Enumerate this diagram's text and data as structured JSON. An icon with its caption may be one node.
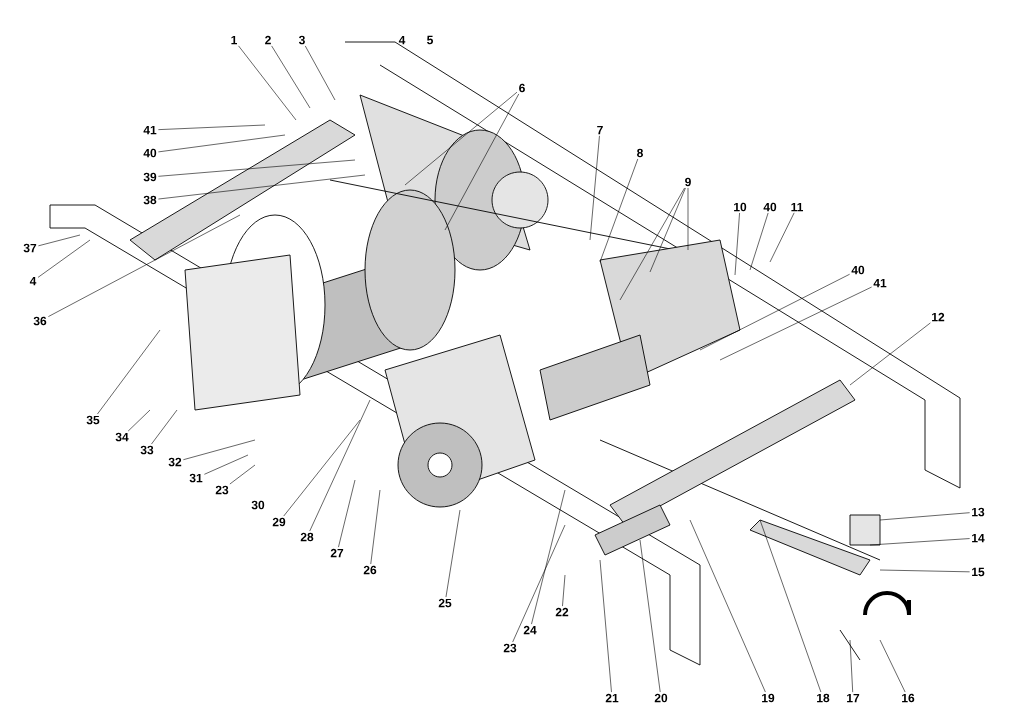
{
  "diagram": {
    "nodes": [
      {
        "text": [
          "1"
        ]
      },
      {
        "text": [
          "2"
        ]
      },
      {
        "text": [
          "3"
        ]
      },
      {
        "text": [
          "6"
        ]
      },
      {
        "text": [
          "41"
        ]
      },
      {
        "text": [
          "40"
        ]
      },
      {
        "text": [
          "7"
        ]
      },
      {
        "text": [
          "8"
        ]
      },
      {
        "text": [
          "39"
        ]
      },
      {
        "text": [
          "38"
        ]
      },
      {
        "text": [
          "9"
        ]
      },
      {
        "text": [
          "10"
        ]
      },
      {
        "text": [
          "40"
        ]
      },
      {
        "text": [
          "11"
        ]
      },
      {
        "text": [
          "37"
        ]
      },
      {
        "text": [
          "4"
        ]
      },
      {
        "text": [
          "40"
        ]
      },
      {
        "text": [
          "41"
        ]
      },
      {
        "text": [
          "36"
        ]
      },
      {
        "text": [
          "12"
        ]
      },
      {
        "text": [
          "35"
        ]
      },
      {
        "text": [
          "34"
        ]
      },
      {
        "text": [
          "33"
        ]
      },
      {
        "text": [
          "32"
        ]
      },
      {
        "text": [
          "31"
        ]
      },
      {
        "text": [
          "23"
        ]
      },
      {
        "text": [
          "29"
        ]
      },
      {
        "text": [
          "28"
        ]
      },
      {
        "text": [
          "27"
        ]
      },
      {
        "text": [
          "26"
        ]
      },
      {
        "text": [
          "13"
        ]
      },
      {
        "text": [
          "14"
        ]
      },
      {
        "text": [
          "15"
        ]
      },
      {
        "text": [
          "25"
        ]
      },
      {
        "text": [
          "24"
        ]
      },
      {
        "text": [
          "22"
        ]
      },
      {
        "text": [
          "23"
        ]
      },
      {
        "text": [
          "21"
        ]
      },
      {
        "text": [
          "20"
        ]
      },
      {
        "text": [
          "19"
        ]
      },
      {
        "text": [
          "18"
        ]
      },
      {
        "text": [
          "17"
        ]
      },
      {
        "text": [
          "16"
        ]
      }
    ],
    "edges": [
      {
        "from": 0,
        "to": null,
        "arrow": "none"
      },
      {
        "from": 1,
        "to": null,
        "arrow": "none"
      },
      {
        "from": 2,
        "to": null,
        "arrow": "none"
      },
      {
        "from": 3,
        "to": null,
        "arrow": "none"
      },
      {
        "from": 3,
        "to": null,
        "arrow": "none"
      },
      {
        "from": 4,
        "to": null,
        "arrow": "none"
      },
      {
        "from": 5,
        "to": null,
        "arrow": "none"
      },
      {
        "from": 6,
        "to": null,
        "arrow": "none"
      },
      {
        "from": 7,
        "to": null,
        "arrow": "none"
      },
      {
        "from": 8,
        "to": null,
        "arrow": "none"
      },
      {
        "from": 9,
        "to": null,
        "arrow": "none"
      },
      {
        "from": 10,
        "to": null,
        "arrow": "none"
      },
      {
        "from": 10,
        "to": null,
        "arrow": "none"
      },
      {
        "from": 10,
        "to": null,
        "arrow": "none"
      },
      {
        "from": 11,
        "to": null,
        "arrow": "none"
      },
      {
        "from": 12,
        "to": null,
        "arrow": "none"
      },
      {
        "from": 13,
        "to": null,
        "arrow": "none"
      },
      {
        "from": 14,
        "to": null,
        "arrow": "none"
      },
      {
        "from": 15,
        "to": null,
        "arrow": "none"
      },
      {
        "from": 16,
        "to": null,
        "arrow": "none"
      },
      {
        "from": 17,
        "to": null,
        "arrow": "none"
      },
      {
        "from": 18,
        "to": null,
        "arrow": "none"
      },
      {
        "from": 19,
        "to": null,
        "arrow": "none"
      },
      {
        "from": 20,
        "to": null,
        "arrow": "none"
      },
      {
        "from": 21,
        "to": null,
        "arrow": "none"
      },
      {
        "from": 22,
        "to": null,
        "arrow": "none"
      },
      {
        "from": 23,
        "to": null,
        "arrow": "none"
      },
      {
        "from": 24,
        "to": null,
        "arrow": "none"
      },
      {
        "from": 25,
        "to": null,
        "arrow": "none"
      },
      {
        "from": 26,
        "to": null,
        "arrow": "none"
      },
      {
        "from": 27,
        "to": null,
        "arrow": "none"
      },
      {
        "from": 28,
        "to": null,
        "arrow": "none"
      },
      {
        "from": 29,
        "to": null,
        "arrow": "none"
      },
      {
        "from": 30,
        "to": null,
        "arrow": "none"
      },
      {
        "from": 31,
        "to": null,
        "arrow": "none"
      },
      {
        "from": 32,
        "to": null,
        "arrow": "none"
      },
      {
        "from": 33,
        "to": null,
        "arrow": "none"
      },
      {
        "from": 34,
        "to": null,
        "arrow": "none"
      },
      {
        "from": 35,
        "to": null,
        "arrow": "none"
      },
      {
        "from": 36,
        "to": null,
        "arrow": "none"
      },
      {
        "from": 37,
        "to": null,
        "arrow": "none"
      },
      {
        "from": 38,
        "to": null,
        "arrow": "none"
      },
      {
        "from": 39,
        "to": null,
        "arrow": "none"
      },
      {
        "from": 40,
        "to": null,
        "arrow": "none"
      },
      {
        "from": 41,
        "to": null,
        "arrow": "none"
      },
      {
        "from": 42,
        "to": null,
        "arrow": "none"
      }
    ],
    "labels": [
      "4",
      "5",
      "30"
    ]
  }
}
